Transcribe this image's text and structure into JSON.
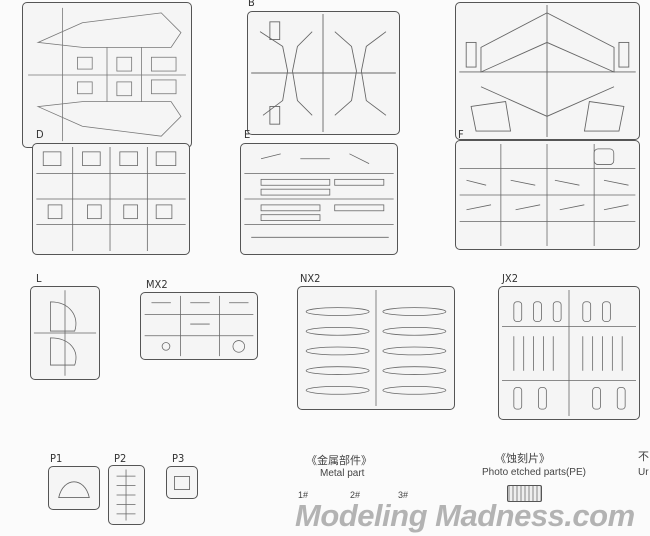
{
  "sprues": {
    "b": "B",
    "d": "D",
    "e": "E",
    "f": "F",
    "l": "L",
    "mx2": "MX2",
    "nx2": "NX2",
    "jx2": "JX2",
    "p1": "P1",
    "p2": "P2",
    "p3": "P3"
  },
  "metal": {
    "title_cn": "《金属部件》",
    "title_en": "Metal part",
    "parts": [
      "1#",
      "2#",
      "3#"
    ]
  },
  "pe": {
    "title_cn": "《蚀刻片》",
    "title_en": "Photo etched parts(PE)"
  },
  "cutoff": {
    "cn": "不",
    "en": "Ur"
  },
  "watermark": "Modeling Madness.com"
}
